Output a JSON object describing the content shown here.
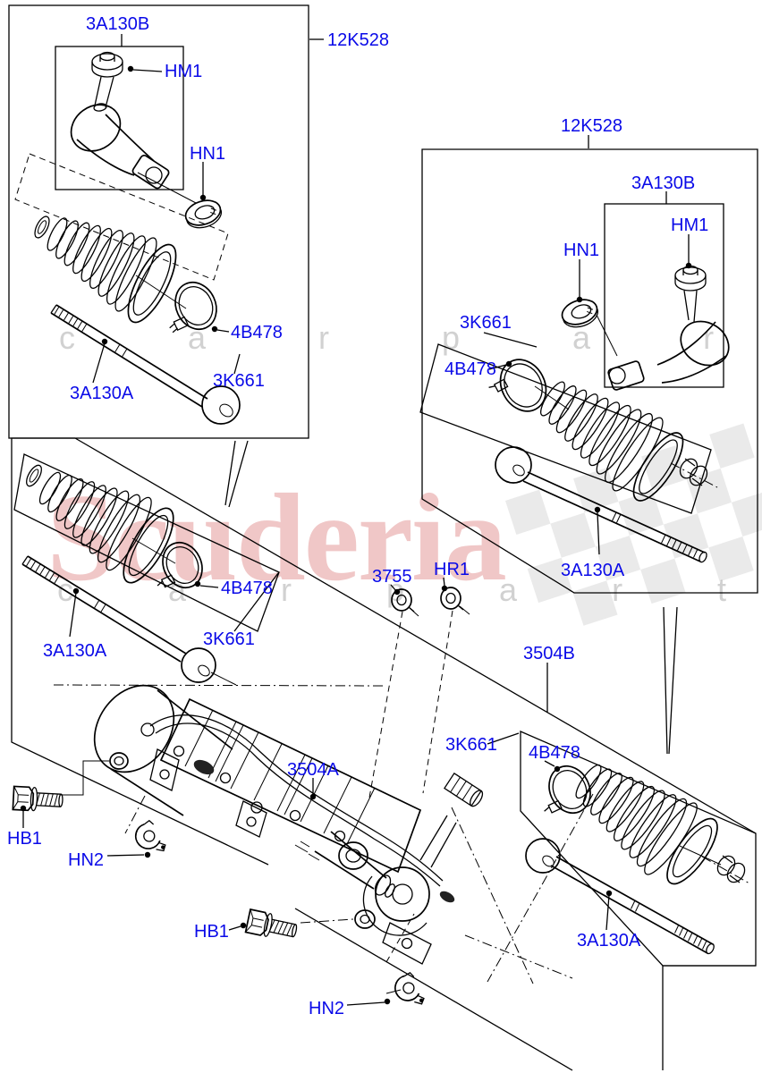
{
  "page": {
    "background_color": "#ffffff"
  },
  "watermark": {
    "brand_text": "Scuderia",
    "brand_color": "#e08484",
    "letters_row_top": "c a r p a r t s",
    "letters_row_bottom": "c a r p a r t s",
    "letters_color": "#9a9a9a",
    "checker_color": "#d9d9d9"
  },
  "diagram": {
    "label_color": "#0a0ae8",
    "line_color": "#000000",
    "callouts": [
      {
        "text": "12K528"
      },
      {
        "text": "3A130B"
      },
      {
        "text": "HM1"
      },
      {
        "text": "HN1"
      },
      {
        "text": "4B478"
      },
      {
        "text": "3K661"
      },
      {
        "text": "3A130A"
      },
      {
        "text": "4B478"
      },
      {
        "text": "3K661"
      },
      {
        "text": "3A130A"
      },
      {
        "text": "12K528"
      },
      {
        "text": "3A130B"
      },
      {
        "text": "HM1"
      },
      {
        "text": "HN1"
      },
      {
        "text": "3K661"
      },
      {
        "text": "4B478"
      },
      {
        "text": "3A130A"
      },
      {
        "text": "3755"
      },
      {
        "text": "HR1"
      },
      {
        "text": "3504B"
      },
      {
        "text": "3K661"
      },
      {
        "text": "4B478"
      },
      {
        "text": "3A130A"
      },
      {
        "text": "3504A"
      },
      {
        "text": "HB1"
      },
      {
        "text": "HN2"
      },
      {
        "text": "HB1"
      },
      {
        "text": "HN2"
      }
    ]
  }
}
